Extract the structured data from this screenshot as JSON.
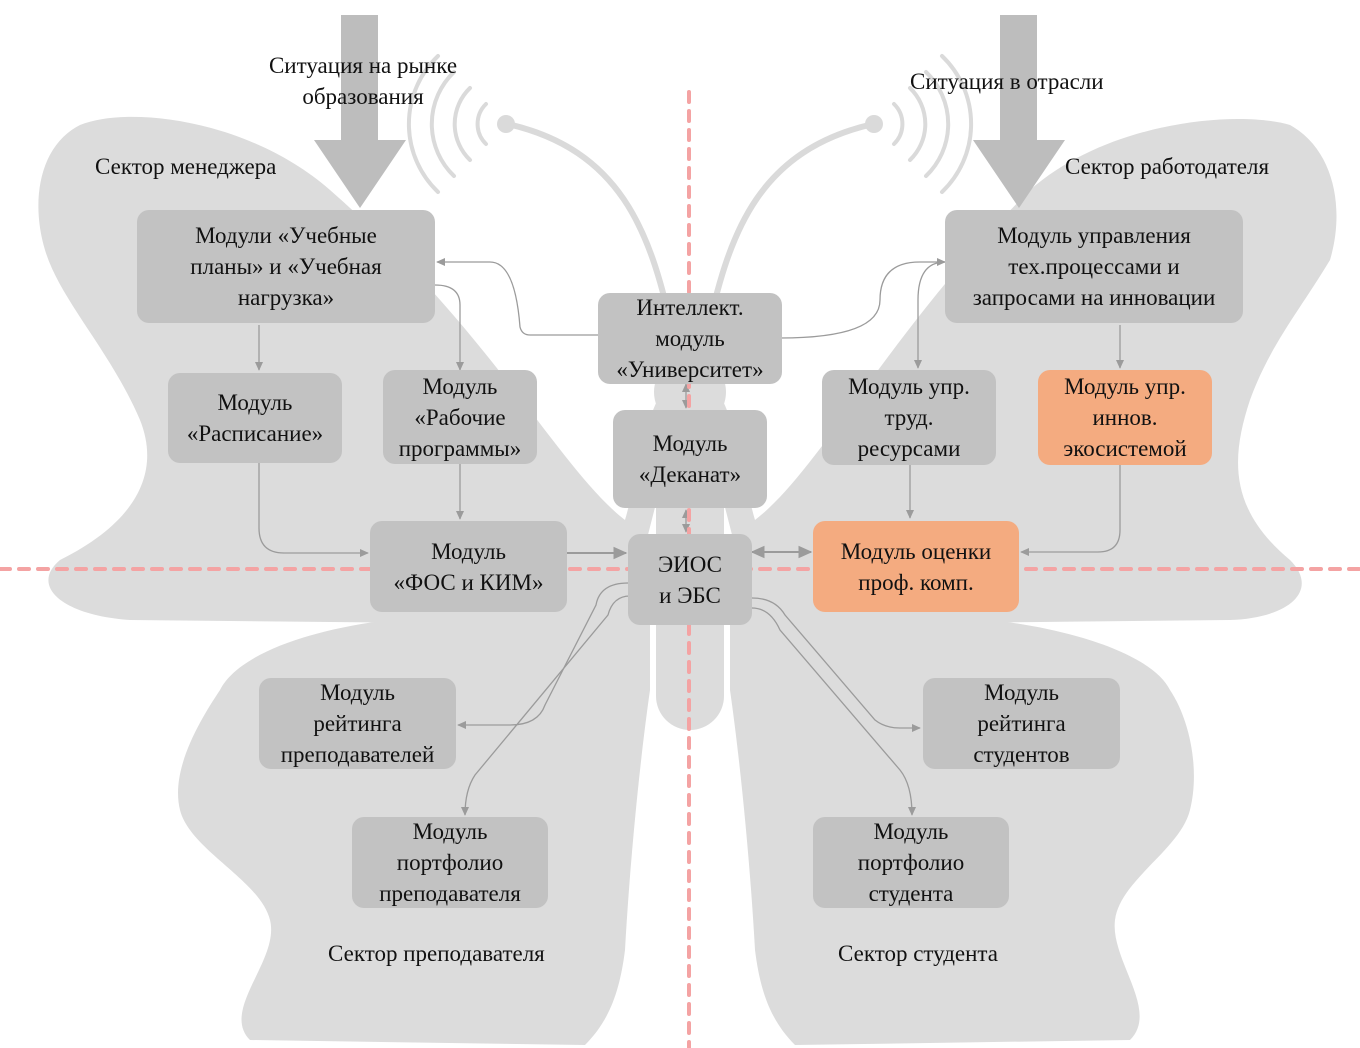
{
  "theme": {
    "wing_fill": "#dcdcdc",
    "module_fill": "#c2c2c2",
    "accent_fill": "#f4ab80",
    "divider_color": "#f4a3a3",
    "connector_color": "#9b9b9b",
    "antenna_color": "#dadada"
  },
  "inputs": {
    "market": "Ситуация на рынке\nобразования",
    "industry": "Ситуация в отрасли"
  },
  "sectors": {
    "manager": "Сектор менеджера",
    "employer": "Сектор работодателя",
    "teacher": "Сектор преподавателя",
    "student": "Сектор студента"
  },
  "modules": {
    "curriculum": "Модули «Учебные\nпланы» и «Учебная\nнагрузка»",
    "schedule": "Модуль\n«Расписание»",
    "work_programs": "Модуль\n«Рабочие\nпрограммы»",
    "fos_kim": "Модуль\n«ФОС и КИМ»",
    "intellect": "Интеллект.\nмодуль\n«Университет»",
    "dean": "Модуль\n«Деканат»",
    "eios": "ЭИОС\nи ЭБС",
    "tech_processes": "Модуль управления\nтех.процессами и\nзапросами на инновации",
    "labor": "Модуль упр.\nтруд.\nресурсами",
    "innov_eco": "Модуль упр.\nиннов.\nэкосистемой",
    "prof_assessment": "Модуль оценки\nпроф. комп.",
    "teacher_rating": "Модуль\nрейтинга\nпреподавателей",
    "teacher_portfolio": "Модуль\nпортфолио\nпреподавателя",
    "student_rating": "Модуль\nрейтинга\nстудентов",
    "student_portfolio": "Модуль\nпортфолио\nстудента"
  }
}
